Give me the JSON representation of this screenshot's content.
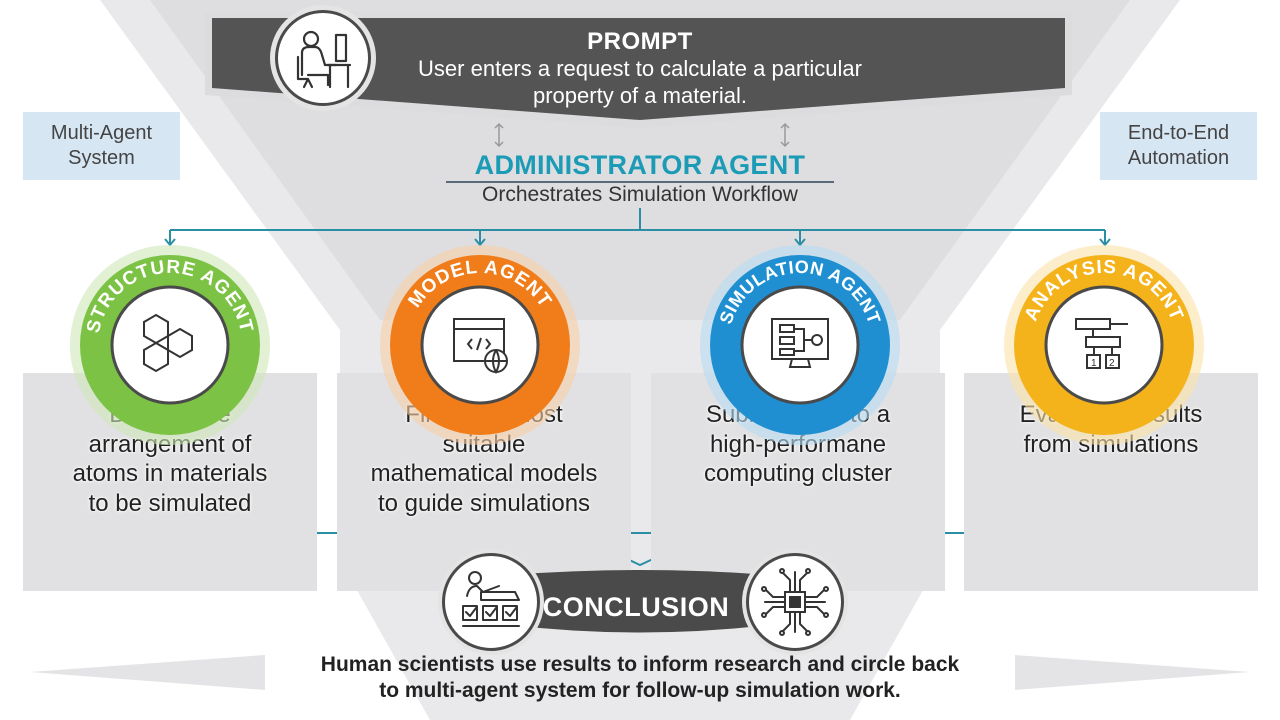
{
  "prompt": {
    "title": "PROMPT",
    "line1": "User enters a request to calculate a particular",
    "line2": "property of a material."
  },
  "side_labels": {
    "left_line1": "Multi-Agent",
    "left_line2": "System",
    "right_line1": "End-to-End",
    "right_line2": "Automation"
  },
  "admin": {
    "title": "ADMINISTRATOR AGENT",
    "subtitle": "Orchestrates Simulation Workflow"
  },
  "agents": [
    {
      "name": "STRUCTURE AGENT",
      "color": "#7cc245",
      "icon": "hexagons-icon",
      "lines": [
        "Defines the",
        "arrangement of",
        "atoms in materials",
        "to be simulated"
      ]
    },
    {
      "name": "MODEL AGENT",
      "color": "#f07d1a",
      "icon": "code-window-globe-icon",
      "lines": [
        "Finds the most",
        "suitable",
        "mathematical models",
        "to guide simulations"
      ]
    },
    {
      "name": "SIMULATION AGENT",
      "color": "#1f8fd2",
      "icon": "flowchart-monitor-icon",
      "lines": [
        "Submits jobs to a",
        "high-performane",
        "computing cluster"
      ]
    },
    {
      "name": "ANALYSIS AGENT",
      "color": "#f4b31b",
      "icon": "decision-tree-icon",
      "lines": [
        "Evaluates results",
        "from simulations"
      ]
    }
  ],
  "conclusion": {
    "title": "CONCLUSION",
    "left_icon": "scientist-checklist-icon",
    "right_icon": "circuit-chip-icon",
    "line1": "Human scientists use results to inform research and circle back",
    "line2": "to multi-agent system for follow-up simulation work."
  },
  "colors": {
    "accent_teal": "#1b9bb5",
    "banner_dark": "#4a4a4a",
    "side_box": "#d7e6f3",
    "card_gray": "#e1e1e3"
  }
}
